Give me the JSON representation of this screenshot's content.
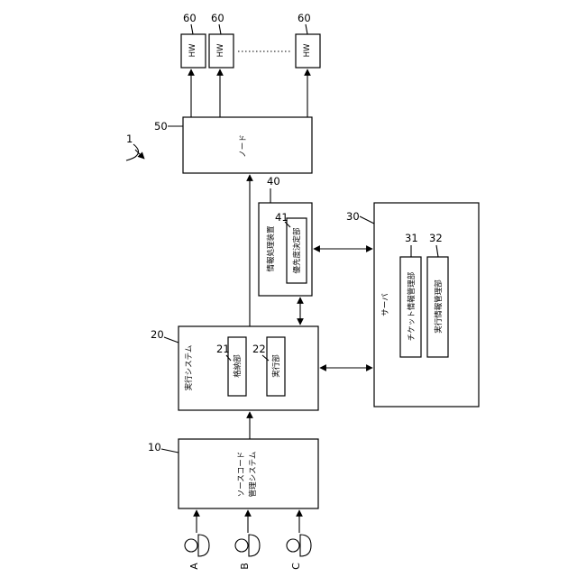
{
  "diagram": {
    "system_ref": "1",
    "source_system": {
      "ref": "10",
      "label_line1": "ソースコード",
      "label_line2": "管理システム"
    },
    "execution_system": {
      "ref": "20",
      "label": "実行システム",
      "storage": {
        "ref": "21",
        "label": "格納部"
      },
      "executor": {
        "ref": "22",
        "label": "実行部"
      }
    },
    "server": {
      "ref": "30",
      "label": "サーバ",
      "ticket_manager": {
        "ref": "31",
        "label": "チケット情報管理部"
      },
      "exec_info_manager": {
        "ref": "32",
        "label": "実行情報管理部"
      }
    },
    "info_processor": {
      "ref": "40",
      "label": "情報処理装置",
      "priority": {
        "ref": "41",
        "label": "優先度決定部"
      }
    },
    "node": {
      "ref": "50",
      "label": "ノード"
    },
    "hardware": [
      {
        "ref": "60",
        "label": "HW"
      },
      {
        "ref": "60",
        "label": "HW"
      },
      {
        "ref": "60",
        "label": "HW"
      }
    ],
    "users": [
      "A",
      "B",
      "C"
    ]
  }
}
